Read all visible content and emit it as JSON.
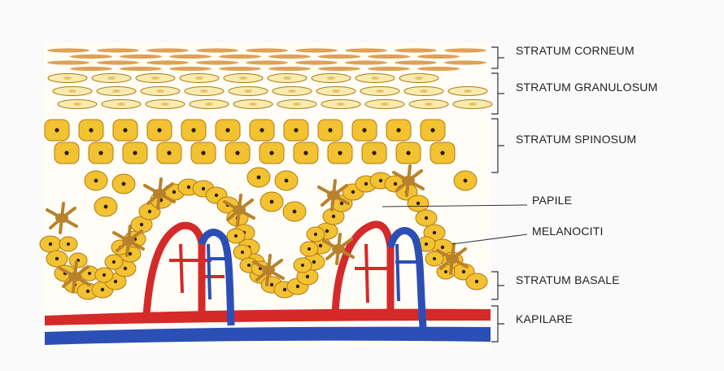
{
  "labels": {
    "stratum_corneum": "STRATUM CORNEUM",
    "stratum_granulosum": "STRATUM GRANULOSUM",
    "stratum_spinosum": "STRATUM SPINOSUM",
    "papile": "PAPILE",
    "melanociti": "MELANOCITI",
    "stratum_basale": "STRATUM BASALE",
    "kapilare": "KAPILARE"
  },
  "colors": {
    "cell_fill": "#f3c232",
    "cell_stroke": "#b07a10",
    "nucleus": "#2b1b08",
    "granular_fill": "#f8ebb0",
    "corneum": "#d9913a",
    "melanocyte": "#b8822c",
    "artery": "#d42a2a",
    "vein": "#2b4fb5",
    "bracket": "#333333"
  }
}
